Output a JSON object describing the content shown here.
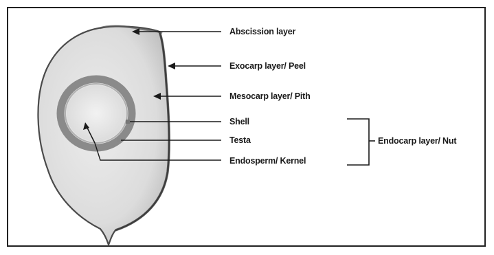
{
  "labels": {
    "abscission": "Abscission layer",
    "exocarp": "Exocarp layer/ Peel",
    "mesocarp": "Mesocarp layer/ Pith",
    "shell": "Shell",
    "testa": "Testa",
    "endosperm": "Endosperm/ Kernel",
    "endocarp": "Endocarp layer/ Nut"
  },
  "colors": {
    "fruit_fill": "#dedede",
    "peel_edge": "#4a4a4a",
    "shell_ring": "#8a8a8a",
    "kernel": "#e6e6e6",
    "line": "#1a1a1a"
  }
}
